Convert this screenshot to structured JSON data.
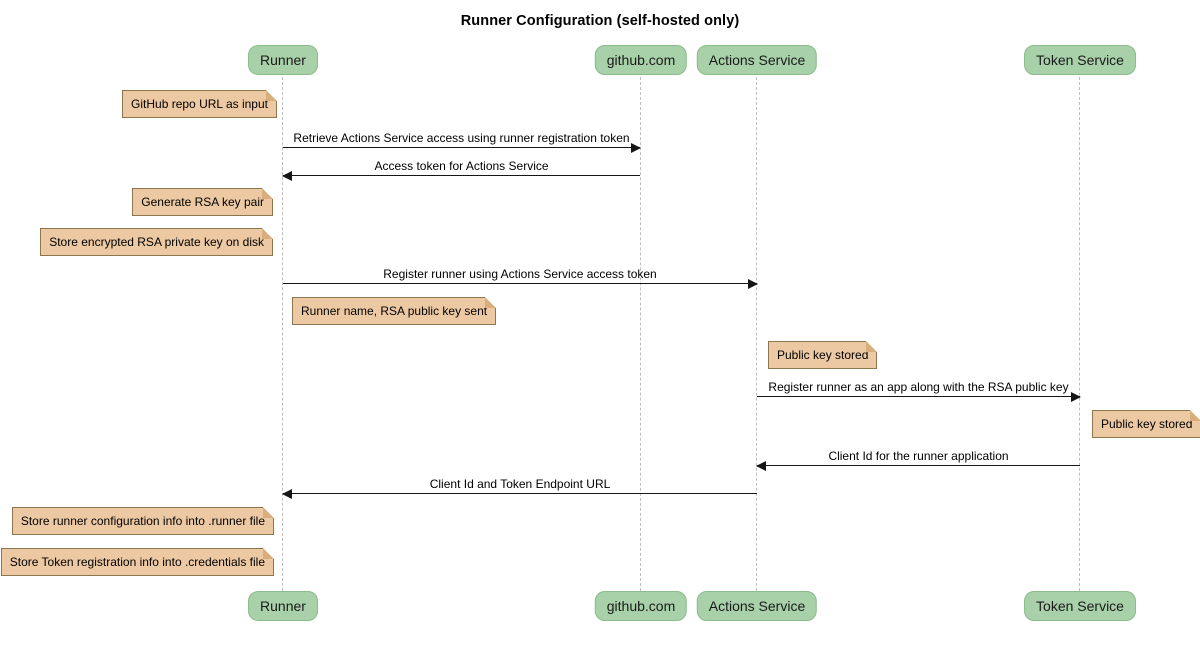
{
  "title": "Runner Configuration (self-hosted only)",
  "diagram_type": "sequence-diagram",
  "colors": {
    "background": "#FFFFFF",
    "participant_fill": "#A8D0A9",
    "participant_border": "#8ABB8B",
    "note_fill": "#EDC9A3",
    "note_border": "#8D7550",
    "note_fold": "#D8AE7C",
    "lifeline": "#BDBDBD",
    "arrow": "#161616",
    "text": "#000000"
  },
  "participants": [
    {
      "label": "Runner"
    },
    {
      "label": "github.com"
    },
    {
      "label": "Actions Service"
    },
    {
      "label": "Token Service"
    }
  ],
  "messages": [
    {
      "from": "Runner",
      "to": "github.com",
      "label": "Retrieve Actions Service access using runner registration token"
    },
    {
      "from": "github.com",
      "to": "Runner",
      "label": "Access token for Actions Service"
    },
    {
      "from": "Runner",
      "to": "Actions Service",
      "label": "Register runner using Actions Service access token"
    },
    {
      "from": "Actions Service",
      "to": "Token Service",
      "label": "Register runner as an app along with the RSA public key"
    },
    {
      "from": "Token Service",
      "to": "Actions Service",
      "label": "Client Id for the runner application"
    },
    {
      "from": "Actions Service",
      "to": "Runner",
      "label": "Client Id and Token Endpoint URL"
    }
  ],
  "notes": [
    {
      "attached_to": "Runner",
      "side": "left",
      "label": "GitHub repo URL as input"
    },
    {
      "attached_to": "Runner",
      "side": "left",
      "label": "Generate RSA key pair"
    },
    {
      "attached_to": "Runner",
      "side": "left",
      "label": "Store encrypted RSA private key on disk"
    },
    {
      "attached_to": "Runner",
      "side": "right",
      "label": "Runner name, RSA public key sent"
    },
    {
      "attached_to": "Actions Service",
      "side": "right",
      "label": "Public key stored"
    },
    {
      "attached_to": "Token Service",
      "side": "right",
      "label": "Public key stored"
    },
    {
      "attached_to": "Runner",
      "side": "left",
      "label": "Store runner configuration info into .runner file"
    },
    {
      "attached_to": "Runner",
      "side": "left",
      "label": "Store Token registration info into .credentials file"
    }
  ]
}
